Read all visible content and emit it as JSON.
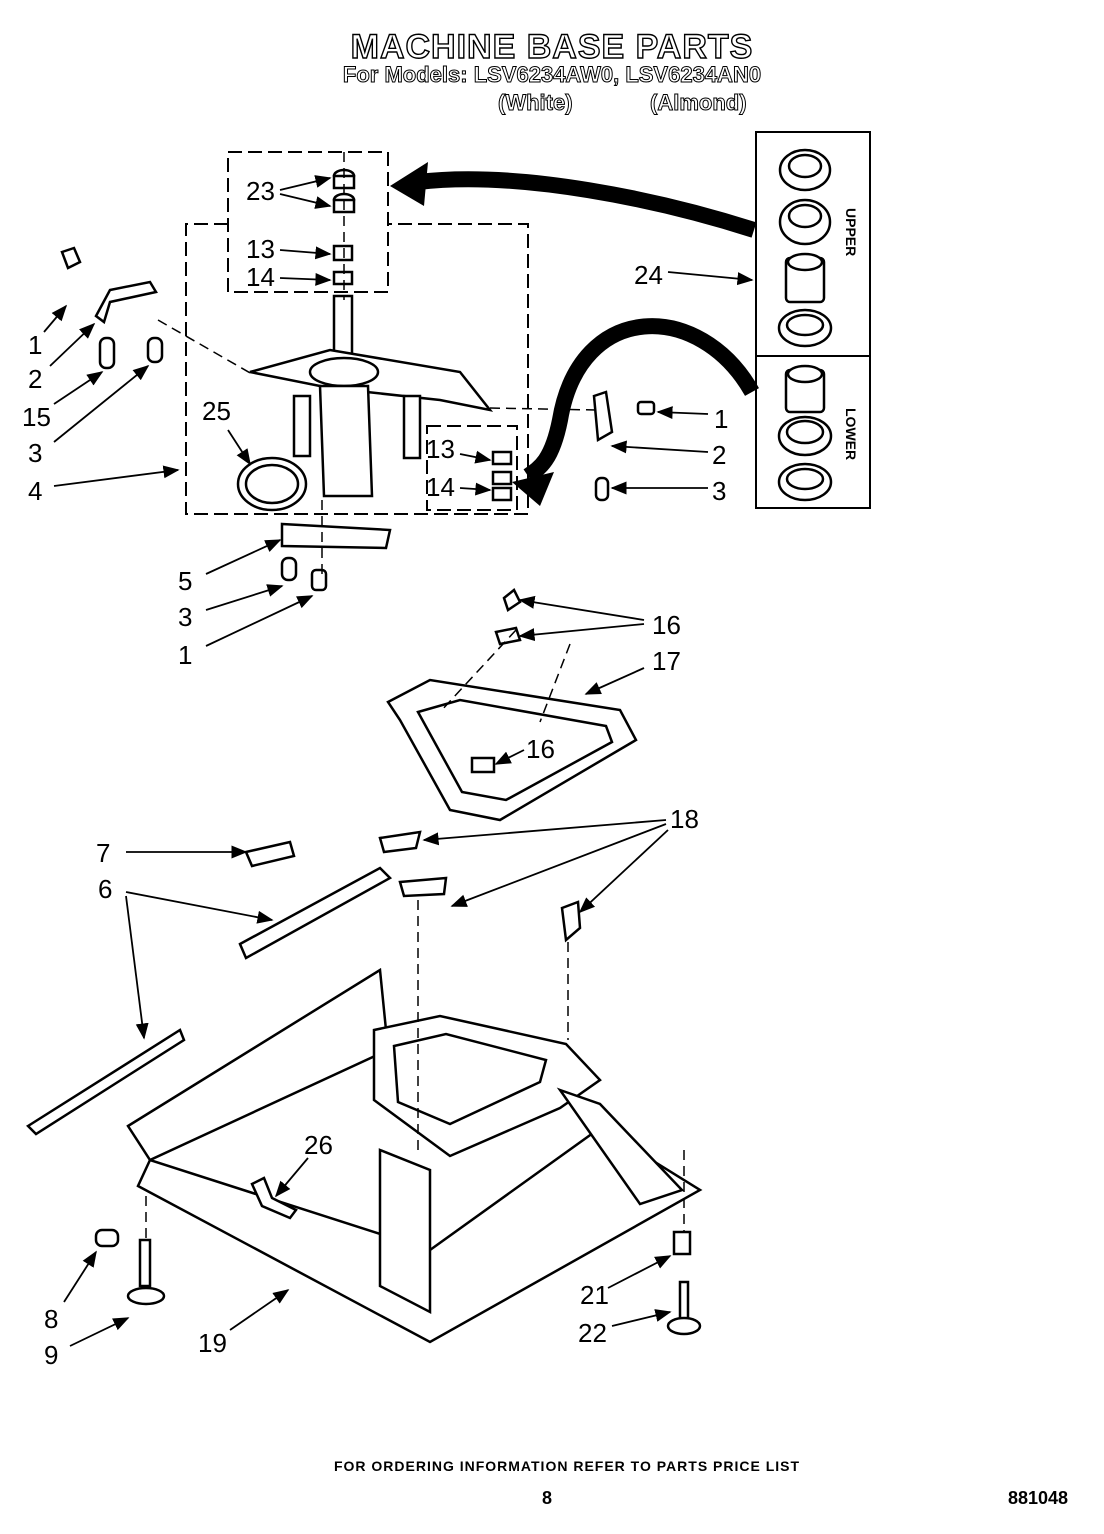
{
  "header": {
    "title": "MACHINE BASE PARTS",
    "models_line": "For Models: LSV6234AW0, LSV6234AN0",
    "variant_white": "(White)",
    "variant_almond": "(Almond)"
  },
  "kit_box": {
    "upper_label": "UPPER",
    "lower_label": "LOWER"
  },
  "callouts": {
    "c23": "23",
    "c13a": "13",
    "c14a": "14",
    "c24": "24",
    "c1a": "1",
    "c2a": "2",
    "c15": "15",
    "c3a": "3",
    "c4": "4",
    "c25": "25",
    "c13b": "13",
    "c14b": "14",
    "c1b": "1",
    "c2b": "2",
    "c3b": "3",
    "c5": "5",
    "c3c": "3",
    "c1c": "1",
    "c16a": "16",
    "c17": "17",
    "c16b": "16",
    "c18": "18",
    "c7": "7",
    "c6": "6",
    "c26": "26",
    "c8": "8",
    "c9": "9",
    "c19": "19",
    "c21": "21",
    "c22": "22"
  },
  "footer": {
    "ordering_info": "FOR ORDERING INFORMATION REFER TO PARTS PRICE LIST",
    "page_number": "8",
    "document_number": "881048"
  }
}
